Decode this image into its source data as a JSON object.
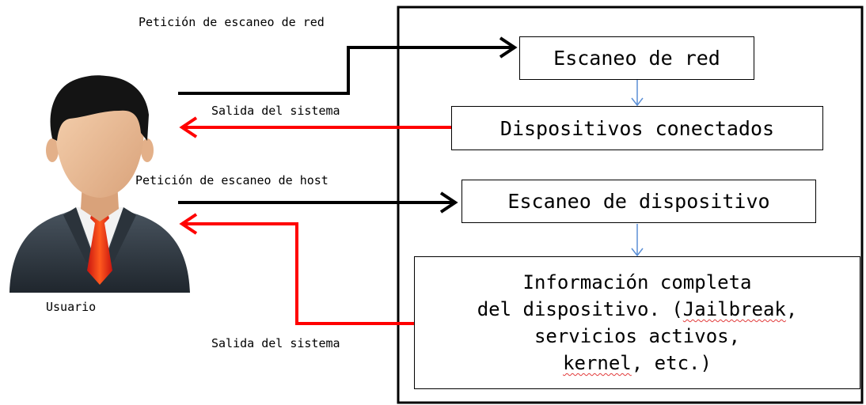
{
  "labels": {
    "net_request": "Petición de escaneo de red",
    "sys_output_1": "Salida del sistema",
    "host_request": "Petición de escaneo de host",
    "sys_output_2": "Salida del sistema",
    "user": "Usuario"
  },
  "boxes": {
    "net_scan": "Escaneo de red",
    "connected_devices": "Dispositivos conectados",
    "device_scan": "Escaneo de dispositivo",
    "device_info": {
      "line1": "Información completa",
      "line2_a": "del dispositivo. (",
      "line2_b": "Jailbreak",
      "line2_c": ",",
      "line3": "servicios activos,",
      "line4_a": "kernel",
      "line4_b": ", etc.)"
    }
  },
  "colors": {
    "request_arrow": "#000000",
    "output_arrow": "#ff0000",
    "flow_arrow": "#5b8fd6",
    "spellcheck_underline": "#e23b3b"
  },
  "icons": {
    "user": "businessman-avatar-icon"
  }
}
